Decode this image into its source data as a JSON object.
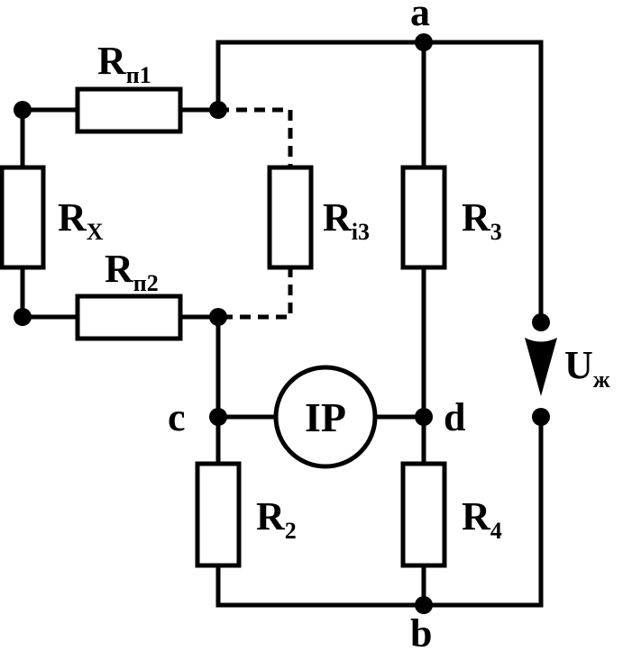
{
  "nodes": {
    "a": "a",
    "b": "b",
    "c": "c",
    "d": "d"
  },
  "resistors": {
    "rp1": {
      "main": "R",
      "sub": "п1"
    },
    "rp2": {
      "main": "R",
      "sub": "п2"
    },
    "rx": {
      "main": "R",
      "sub": "X"
    },
    "ri3": {
      "main": "R",
      "sub": "і3"
    },
    "r3": {
      "main": "R",
      "sub": "3"
    },
    "r2": {
      "main": "R",
      "sub": "2"
    },
    "r4": {
      "main": "R",
      "sub": "4"
    }
  },
  "meter": {
    "label": "IP"
  },
  "source": {
    "main": "U",
    "sub": "ж"
  }
}
